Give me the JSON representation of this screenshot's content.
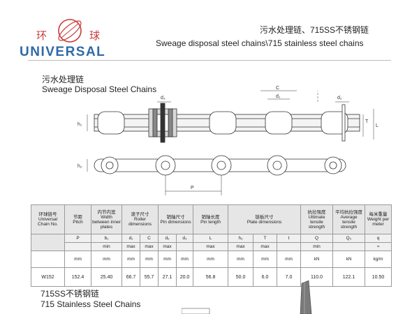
{
  "logo": {
    "cn_left": "环",
    "cn_right": "球",
    "en": "UNIVERSAL",
    "color_red": "#c83a3a",
    "color_blue": "#2e6aa6"
  },
  "header": {
    "title_cn": "污水处理链、715SS不锈钢链",
    "title_en": "Sweage disposal steel chains\\715 stainless steel chains"
  },
  "section1": {
    "title_cn": "污水处理链",
    "title_en": "Sweage Disposal Steel Chains"
  },
  "diagram": {
    "labels": {
      "d3": "d₃",
      "c": "C",
      "d1": "d₁",
      "d2": "d₂",
      "h1": "h₁",
      "t": "T",
      "l": "L",
      "h2": "h₂",
      "p": "P"
    }
  },
  "table": {
    "headers": [
      {
        "cn": "环球链号",
        "en": "Universal Chain No."
      },
      {
        "cn": "节距",
        "en": "Pitch"
      },
      {
        "cn": "内节内宽",
        "en": "Width between inner plates"
      },
      {
        "cn": "滚子尺寸",
        "en": "Roller dimensions"
      },
      {
        "cn": "销轴尺寸",
        "en": "Pin dimensions"
      },
      {
        "cn": "销轴长度",
        "en": "Pin length"
      },
      {
        "cn": "链板尺寸",
        "en": "Plate dimensions"
      },
      {
        "cn": "抗拉强度",
        "en": "Ultimate tensile strength"
      },
      {
        "cn": "平均抗拉强度",
        "en": "Average tensile strength"
      },
      {
        "cn": "每米重量",
        "en": "Weight per meter"
      }
    ],
    "symbols": [
      "P",
      "b₁",
      "d₁",
      "C",
      "d₂",
      "d₃",
      "L",
      "h₂",
      "T",
      "t",
      "Q",
      "Q₀",
      "q"
    ],
    "limits": [
      "",
      "min",
      "max",
      "max",
      "max",
      "",
      "max",
      "max",
      "max",
      "",
      "min",
      "",
      "≈"
    ],
    "units": [
      "mm",
      "mm",
      "mm",
      "mm",
      "mm",
      "mm",
      "mm",
      "mm",
      "mm",
      "mm",
      "kN",
      "kN",
      "kg/m"
    ],
    "rows": [
      {
        "chain": "W152",
        "values": [
          "152.4",
          "25.40",
          "66.7",
          "55.7",
          "27.1",
          "20.0",
          "56.8",
          "50.0",
          "6.0",
          "7.0",
          "110.0",
          "122.1",
          "10.50"
        ]
      }
    ]
  },
  "section2": {
    "title_cn": "715SS不锈钢链",
    "title_en": "715 Stainless Steel Chains"
  }
}
